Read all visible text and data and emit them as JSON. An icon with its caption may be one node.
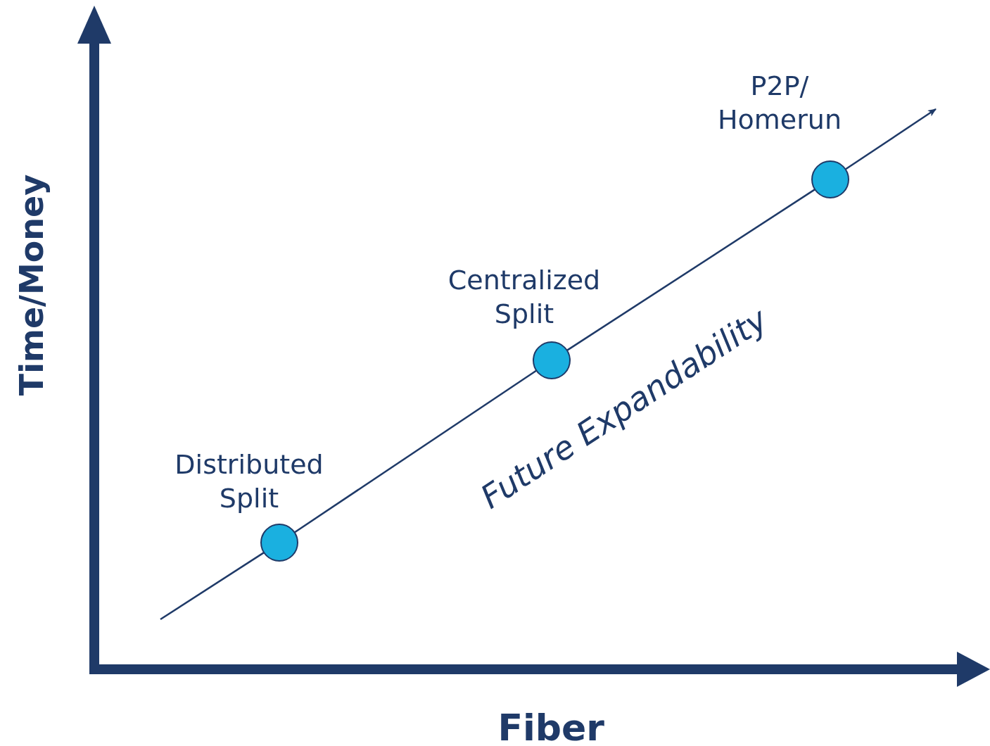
{
  "diagram": {
    "nodes": [
      {
        "text": [
          "Distributed Split"
        ]
      },
      {
        "text": [
          "Centralized Split"
        ]
      },
      {
        "text": [
          "P2P/ Homerun"
        ]
      }
    ],
    "edges": [
      {
        "from": null,
        "to": 0,
        "arrow": "none"
      },
      {
        "from": 0,
        "to": 1,
        "arrow": "none"
      },
      {
        "from": 1,
        "to": 2,
        "arrow": "none"
      },
      {
        "from": 2,
        "to": null,
        "arrow": "to"
      }
    ],
    "labels": [
      "Time/Money",
      "Future Expandability",
      "Fiber"
    ]
  }
}
